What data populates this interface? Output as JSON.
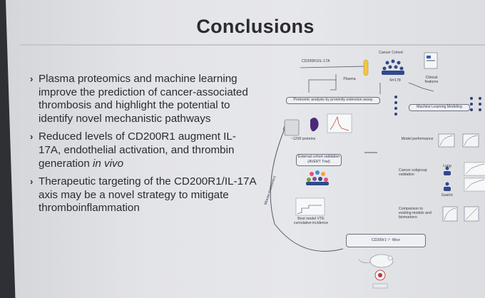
{
  "slide": {
    "title": "Conclusions",
    "bullets": [
      {
        "text": "Plasma proteomics and machine learning improve the prediction of cancer-associated thrombosis and highlight the potential to identify novel mechanistic pathways"
      },
      {
        "text_before": "Reduced levels of CD200R1 augment IL-17A, endothelial activation, and thrombin generation ",
        "text_italic": "in vivo"
      },
      {
        "text": "Therapeutic targeting of the CD200R1/IL-17A axis may be a novel strategy to mitigate thromboinflammation"
      }
    ]
  },
  "figure": {
    "cd200r1_il17a": "CD200R1/IL-17A",
    "cancer_cohort": "Cancer Cohort",
    "plasma": "Plasma",
    "n_label": "N=178",
    "clinical_features": "Clinical features",
    "proteomic_analysis": "Proteomic analysis by proximity extension assay",
    "ml_modeling": "Machine Learning Modeling",
    "proteins": "~1200 proteins",
    "model_performance": "Model performance",
    "external_validation": "External cohort validation (AVERT Trial)",
    "subgroup_validation": "Cancer subgroup validation",
    "lung": "Lung",
    "gastric": "Gastric",
    "best_model": "Best model VTE cumulative incidence",
    "comparison": "Comparison to existing models and biomarkers",
    "mouse_proteomics": "Mouse proteomics",
    "mice": "CD200r1⁻/⁻ Mice"
  }
}
